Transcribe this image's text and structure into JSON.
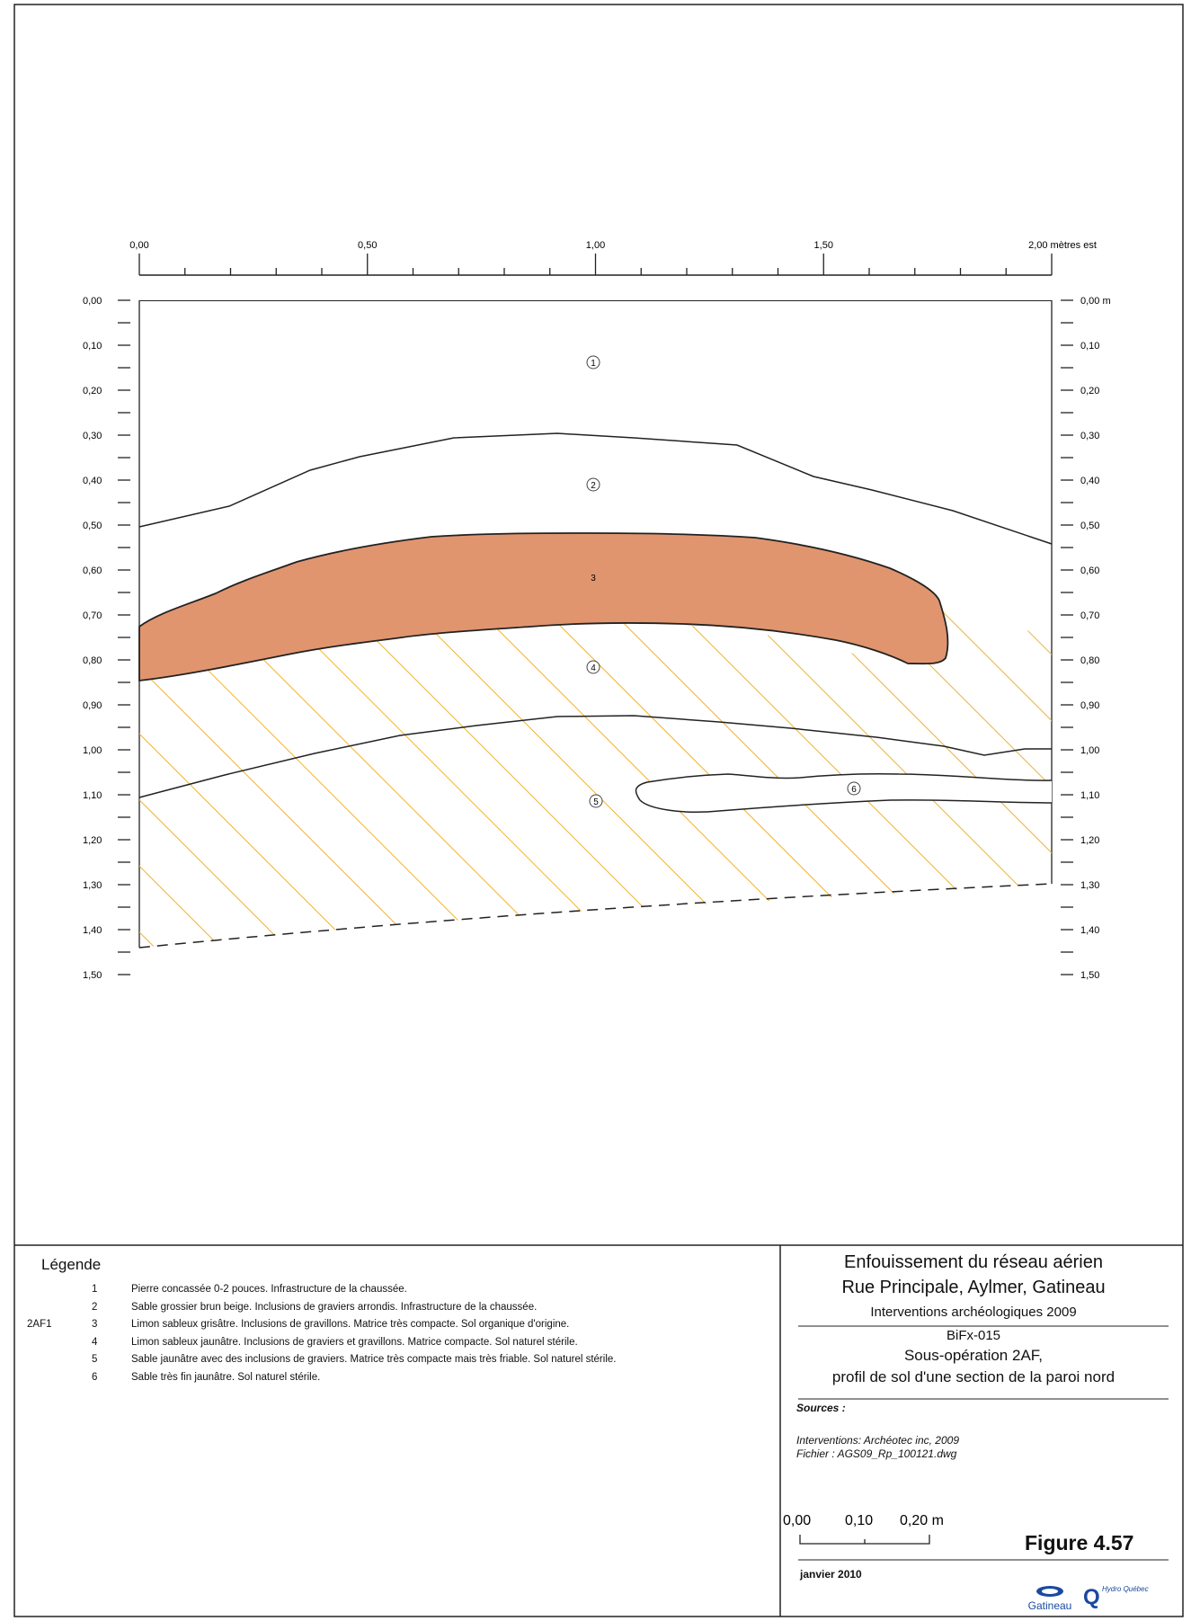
{
  "diagram": {
    "top_axis": {
      "ticks": [
        "0,00",
        "0,50",
        "1,00",
        "1,50",
        "2,00 mètres est"
      ]
    },
    "left_axis": {
      "ticks": [
        "0,00",
        "0,10",
        "0,20",
        "0,30",
        "0,40",
        "0,50",
        "0,60",
        "0,70",
        "0,80",
        "0,90",
        "1,00",
        "1,10",
        "1,20",
        "1,30",
        "1,40",
        "1,50"
      ]
    },
    "right_axis": {
      "ticks": [
        "0,00 m",
        "0,10",
        "0,20",
        "0,30",
        "0,40",
        "0,50",
        "0,60",
        "0,70",
        "0,80",
        "0,90",
        "1,00",
        "1,10",
        "1,20",
        "1,30",
        "1,40",
        "1,50"
      ]
    },
    "layer_labels": [
      "1",
      "2",
      "3",
      "4",
      "5",
      "6"
    ],
    "colors": {
      "layer3_fill": "#e0956f",
      "hatch": "#f0b22e",
      "line": "#222222"
    }
  },
  "legend": {
    "title": "Légende",
    "items": [
      {
        "prefix": "",
        "num": "1",
        "text": "Pierre concassée 0-2 pouces. Infrastructure de la chaussée."
      },
      {
        "prefix": "",
        "num": "2",
        "text": "Sable grossier brun beige. Inclusions de graviers arrondis. Infrastructure de la chaussée."
      },
      {
        "prefix": "2AF1",
        "num": "3",
        "text": "Limon sableux grisâtre. Inclusions de gravillons. Matrice très compacte. Sol organique d'origine."
      },
      {
        "prefix": "",
        "num": "4",
        "text": "Limon sableux jaunâtre. Inclusions de graviers et gravillons. Matrice compacte. Sol naturel stérile."
      },
      {
        "prefix": "",
        "num": "5",
        "text": "Sable jaunâtre avec des inclusions de graviers. Matrice très compacte mais très friable. Sol naturel stérile."
      },
      {
        "prefix": "",
        "num": "6",
        "text": "Sable très fin jaunâtre. Sol naturel stérile."
      }
    ]
  },
  "title_block": {
    "line1": "Enfouissement du réseau aérien",
    "line2": "Rue Principale, Aylmer, Gatineau",
    "line3": "Interventions archéologiques 2009",
    "site": "BiFx-015",
    "subop": "Sous-opération 2AF,",
    "desc": "profil de sol d'une section de la paroi nord",
    "sources_label": "Sources :",
    "source1": "Interventions: Archéotec inc, 2009",
    "source2": "Fichier : AGS09_Rp_100121.dwg",
    "scale_labels": [
      "0,00",
      "0,10",
      "0,20 m"
    ],
    "figure": "Figure 4.57",
    "date": "janvier 2010",
    "logo_gatineau": "Gatineau",
    "logo_hq": "Hydro Québec"
  }
}
